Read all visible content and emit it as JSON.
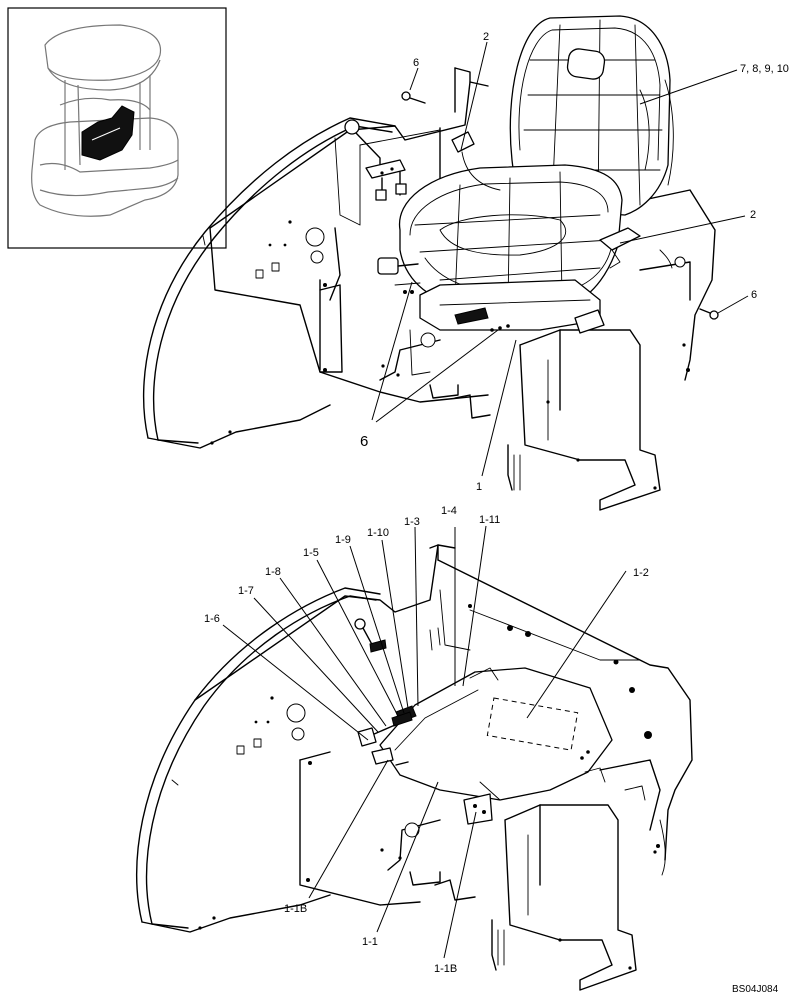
{
  "diagram": {
    "reference_code": "BS04J084",
    "upper_assembly_labels": {
      "seat_belt_top": "2",
      "seat_belt_right": "2",
      "bolt_top": "6",
      "bolt_right": "6",
      "seat_parts": "7, 8, 9, 10",
      "mount_bolts": "6",
      "seat_base": "1"
    },
    "lower_assembly_labels": {
      "l_1_2": "1-2",
      "l_1_3": "1-3",
      "l_1_4": "1-4",
      "l_1_5": "1-5",
      "l_1_6": "1-6",
      "l_1_7": "1-7",
      "l_1_8": "1-8",
      "l_1_9": "1-9",
      "l_1_10": "1-10",
      "l_1_11": "1-11",
      "l_1_1b_left": "1-1B",
      "l_1_1": "1-1",
      "l_1_1b_bottom": "1-1B"
    }
  }
}
